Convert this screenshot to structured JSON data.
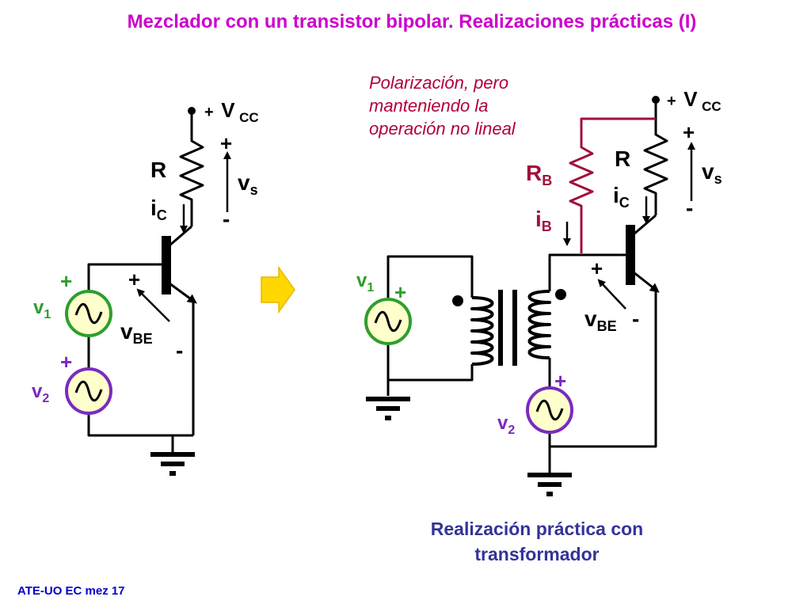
{
  "title": "Mezclador con un transistor bipolar. Realizaciones prácticas (I)",
  "note_lines": [
    "Polarización, pero",
    "manteniendo la",
    "operación no lineal"
  ],
  "caption_lines": [
    "Realización práctica con",
    "transformador"
  ],
  "footer": "ATE-UO EC mez 17",
  "colors": {
    "title": "#cc00cc",
    "note": "#b0003a",
    "bias_wire": "#a0103a",
    "caption": "#333399",
    "footer": "#0000cc",
    "source1_ring": "#2e9e2e",
    "source2_ring": "#7a2ac0",
    "source_fill": "#ffffcc",
    "arrow_fill": "#ffd700"
  },
  "left_circuit": {
    "supply": {
      "plus": "+",
      "main": "V",
      "sub": "CC"
    },
    "resistor": "R",
    "current": {
      "main": "i",
      "sub": "C"
    },
    "output_voltage": {
      "plus": "+",
      "main": "v",
      "sub": "s",
      "minus": "-"
    },
    "vbe": {
      "plus": "+",
      "main": "v",
      "sub": "BE",
      "minus": "-"
    },
    "source1": {
      "plus": "+",
      "main": "v",
      "sub": "1"
    },
    "source2": {
      "plus": "+",
      "main": "v",
      "sub": "2"
    }
  },
  "right_circuit": {
    "supply": {
      "plus": "+",
      "main": "V",
      "sub": "CC"
    },
    "resistor": "R",
    "bias_resistor": {
      "main": "R",
      "sub": "B"
    },
    "collector_current": {
      "main": "i",
      "sub": "C"
    },
    "base_current": {
      "main": "i",
      "sub": "B"
    },
    "output_voltage": {
      "plus": "+",
      "main": "v",
      "sub": "s",
      "minus": "-"
    },
    "vbe": {
      "plus": "+",
      "main": "v",
      "sub": "BE",
      "minus": "-"
    },
    "source1": {
      "plus": "+",
      "main": "v",
      "sub": "1"
    },
    "source2": {
      "plus": "+",
      "main": "v",
      "sub": "2"
    }
  }
}
